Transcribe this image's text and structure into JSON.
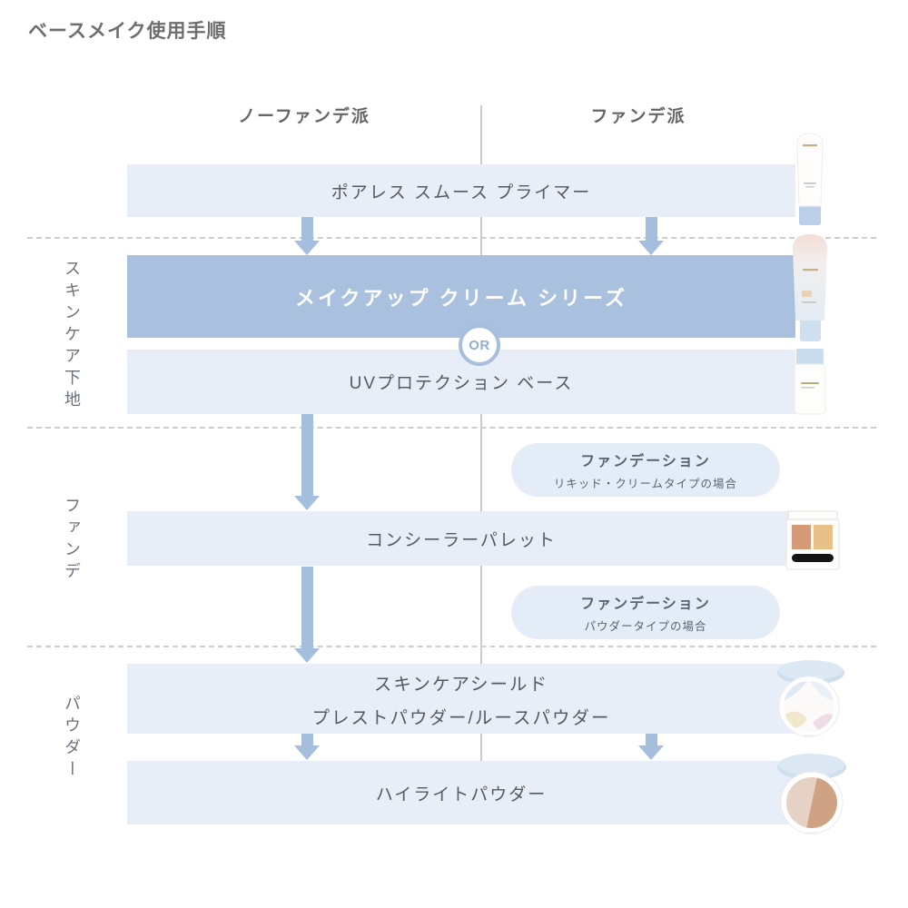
{
  "page": {
    "title": "ベースメイク使用手順"
  },
  "columns": {
    "left": "ノーファンデ派",
    "right": "ファンデ派"
  },
  "sections": [
    {
      "label": "スキンケア下地"
    },
    {
      "label": "ファンデ"
    },
    {
      "label": "パウダー"
    }
  ],
  "steps": {
    "primer": {
      "label": "ポアレス スムース プライマー",
      "icon": "cosmetic-tube-icon"
    },
    "makeup_cream": {
      "label": "メイクアップ クリーム シリーズ",
      "icon": "cosmetic-tube-icon"
    },
    "or_badge": "OR",
    "uv_base": {
      "label": "UVプロテクション ベース",
      "icon": "cosmetic-bottle-icon"
    },
    "foundation_liquid": {
      "title": "ファンデーション",
      "subtitle": "リキッド・クリームタイプの場合"
    },
    "concealer": {
      "label": "コンシーラーパレット",
      "icon": "concealer-palette-icon"
    },
    "foundation_powder": {
      "title": "ファンデーション",
      "subtitle": "パウダータイプの場合"
    },
    "skincare_shield": {
      "label_line1": "スキンケアシールド",
      "label_line2": "プレストパウダー/ルースパウダー",
      "icon": "powder-compact-icon"
    },
    "highlight_powder": {
      "label": "ハイライトパウダー",
      "icon": "powder-compact-icon"
    }
  },
  "colors": {
    "bar_light": "#e8eef8",
    "bar_dark": "#a9c1de",
    "arrow": "#a5bedd",
    "or_text": "#8fafd4",
    "heading_gray": "#656565",
    "bar_text": "#515b66",
    "divider_gray": "#cbcbcb"
  }
}
